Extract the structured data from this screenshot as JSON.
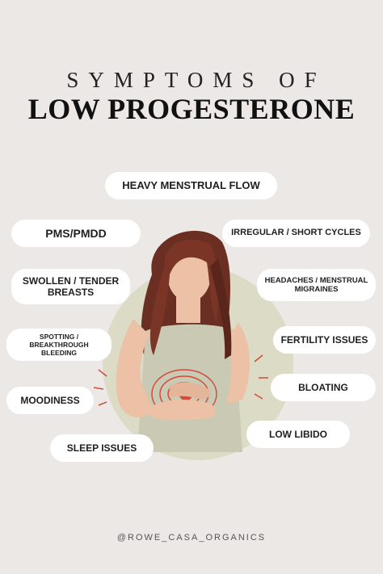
{
  "header": {
    "subtitle": "SYMPTOMS OF",
    "title": "LOW PROGESTERONE"
  },
  "symptoms": {
    "heavy_flow": "HEAVY MENSTRUAL FLOW",
    "pms": "PMS/PMDD",
    "irregular": "IRREGULAR / SHORT CYCLES",
    "swollen_1": "SWOLLEN / TENDER",
    "swollen_2": "BREASTS",
    "headaches_1": "HEADACHES / MENSTRUAL",
    "headaches_2": "MIGRAINES",
    "spotting_1": "SPOTTING / BREAKTHROUGH",
    "spotting_2": "BLEEDING",
    "fertility": "FERTILITY ISSUES",
    "bloating": "BLOATING",
    "moodiness": "MOODINESS",
    "low_libido": "LOW LIBIDO",
    "sleep": "SLEEP ISSUES"
  },
  "footer": {
    "handle": "@ROWE_CASA_ORGANICS"
  },
  "colors": {
    "background": "#ece8e5",
    "pill": "#ffffff",
    "hair": "#6a2f22",
    "skin": "#edc1a6",
    "shirt": "#c9c9b4",
    "glow": "#dcdbc5",
    "pain": "#d24a3b"
  }
}
